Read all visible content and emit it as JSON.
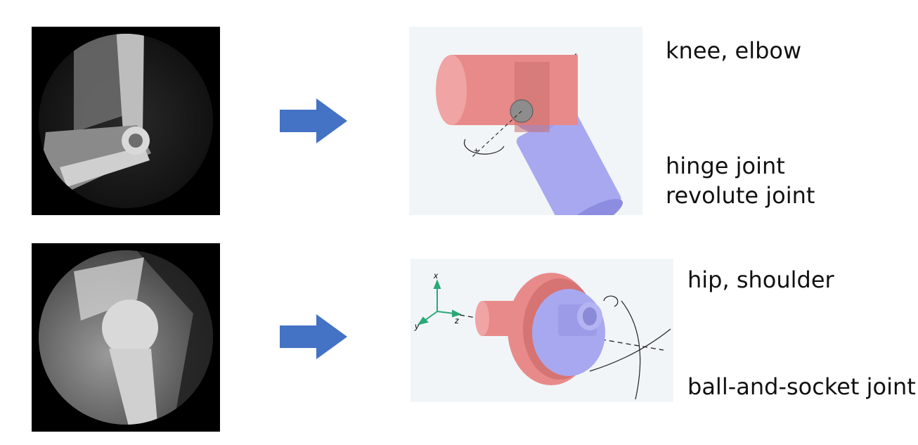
{
  "rows": [
    {
      "xray_icon": "elbow-xray",
      "model_icon": "hinge-joint-model",
      "labels": {
        "top": "knee, elbow",
        "bottom_line1": "hinge joint",
        "bottom_line2": "revolute joint"
      }
    },
    {
      "xray_icon": "shoulder-xray",
      "model_icon": "ball-and-socket-model",
      "labels": {
        "top": "hip, shoulder",
        "bottom_line1": "ball-and-socket joint"
      },
      "axes": {
        "x": "x",
        "y": "y",
        "z": "z"
      }
    }
  ],
  "colors": {
    "arrow": "#4472c4",
    "socket": "#e88a8a",
    "ball": "#a8a8f0"
  }
}
